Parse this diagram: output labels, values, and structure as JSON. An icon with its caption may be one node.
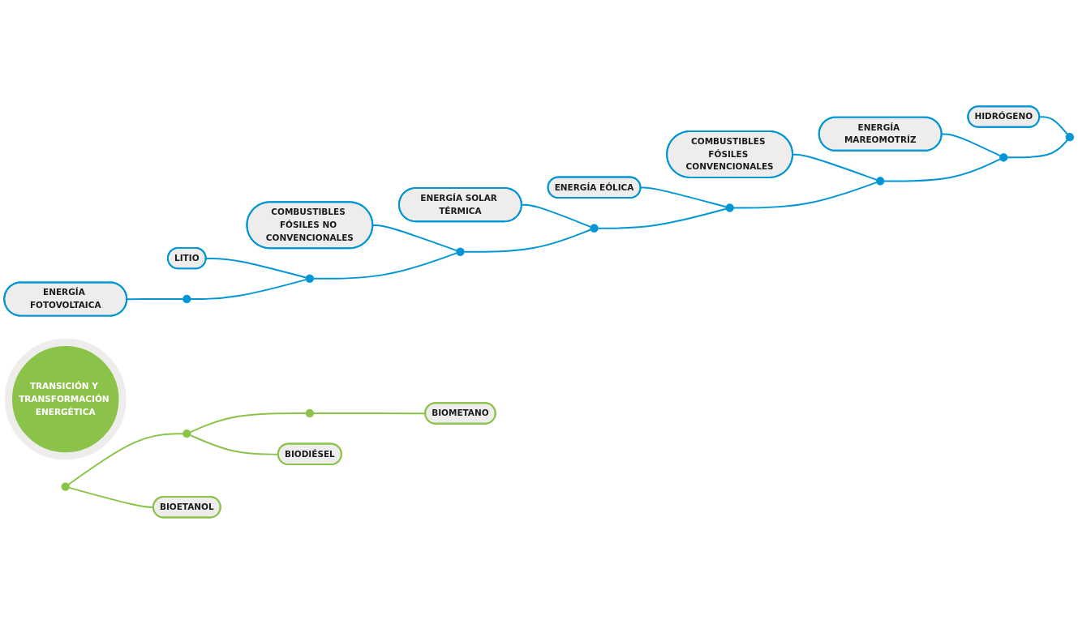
{
  "diagram": {
    "nodes": [
      {
        "text": [
          "ENERGÍA FOTOVOLTAICA"
        ]
      },
      {
        "text": [
          "LITIO"
        ]
      },
      {
        "text": [
          "COMBUSTIBLES FÓSILES NO CONVENCIONALES"
        ]
      },
      {
        "text": [
          "ENERGÍA SOLAR TÉRMICA"
        ]
      },
      {
        "text": [
          "ENERGÍA EÓLICA"
        ]
      },
      {
        "text": [
          "COMBUSTIBLES FÓSILES CONVENCIONALES"
        ]
      },
      {
        "text": [
          "ENERGÍA MAREOMOTRÍZ"
        ]
      },
      {
        "text": [
          "HIDRÓGENO"
        ]
      },
      {
        "text": [],
        "shape": "circle"
      },
      {
        "text": [],
        "shape": "circle"
      },
      {
        "text": [],
        "shape": "circle"
      },
      {
        "text": [],
        "shape": "circle"
      },
      {
        "text": [],
        "shape": "circle"
      },
      {
        "text": [],
        "shape": "circle"
      },
      {
        "text": [],
        "shape": "circle"
      },
      {
        "text": [],
        "shape": "circle"
      },
      {
        "text": [
          "TRANSICIÓN Y TRANSFORMACIÓN ENERGÉTICA"
        ]
      },
      {
        "text": [],
        "shape": "circle"
      },
      {
        "text": [],
        "shape": "circle"
      },
      {
        "text": [],
        "shape": "circle"
      },
      {
        "text": [
          "BIOETANOL"
        ]
      },
      {
        "text": [
          "BIODIÉSEL"
        ]
      },
      {
        "text": [
          "BIOMETANO"
        ]
      }
    ],
    "edges": [
      {
        "from": 0,
        "to": 8,
        "arrow": "none"
      },
      {
        "from": 1,
        "to": 9,
        "arrow": "none"
      },
      {
        "from": 2,
        "to": 10,
        "arrow": "none"
      },
      {
        "from": 3,
        "to": 11,
        "arrow": "none"
      },
      {
        "from": 4,
        "to": 12,
        "arrow": "none"
      },
      {
        "from": 5,
        "to": 13,
        "arrow": "none"
      },
      {
        "from": 6,
        "to": 14,
        "arrow": "none"
      },
      {
        "from": 7,
        "to": 15,
        "arrow": "none"
      },
      {
        "from": 8,
        "to": 9,
        "arrow": "none"
      },
      {
        "from": 9,
        "to": 10,
        "arrow": "none"
      },
      {
        "from": 10,
        "to": 11,
        "arrow": "none"
      },
      {
        "from": 11,
        "to": 12,
        "arrow": "none"
      },
      {
        "from": 12,
        "to": 13,
        "arrow": "none"
      },
      {
        "from": 13,
        "to": 14,
        "arrow": "none"
      },
      {
        "from": 14,
        "to": 15,
        "arrow": "none"
      },
      {
        "from": 17,
        "to": 20,
        "arrow": "none",
        "color": "#8bc34a"
      },
      {
        "from": 18,
        "to": 21,
        "arrow": "none",
        "color": "#8bc34a"
      },
      {
        "from": 19,
        "to": 22,
        "arrow": "none",
        "color": "#8bc34a"
      },
      {
        "from": 17,
        "to": 18,
        "arrow": "none",
        "color": "#8bc34a"
      },
      {
        "from": 18,
        "to": 19,
        "arrow": "none",
        "color": "#8bc34a"
      }
    ]
  }
}
